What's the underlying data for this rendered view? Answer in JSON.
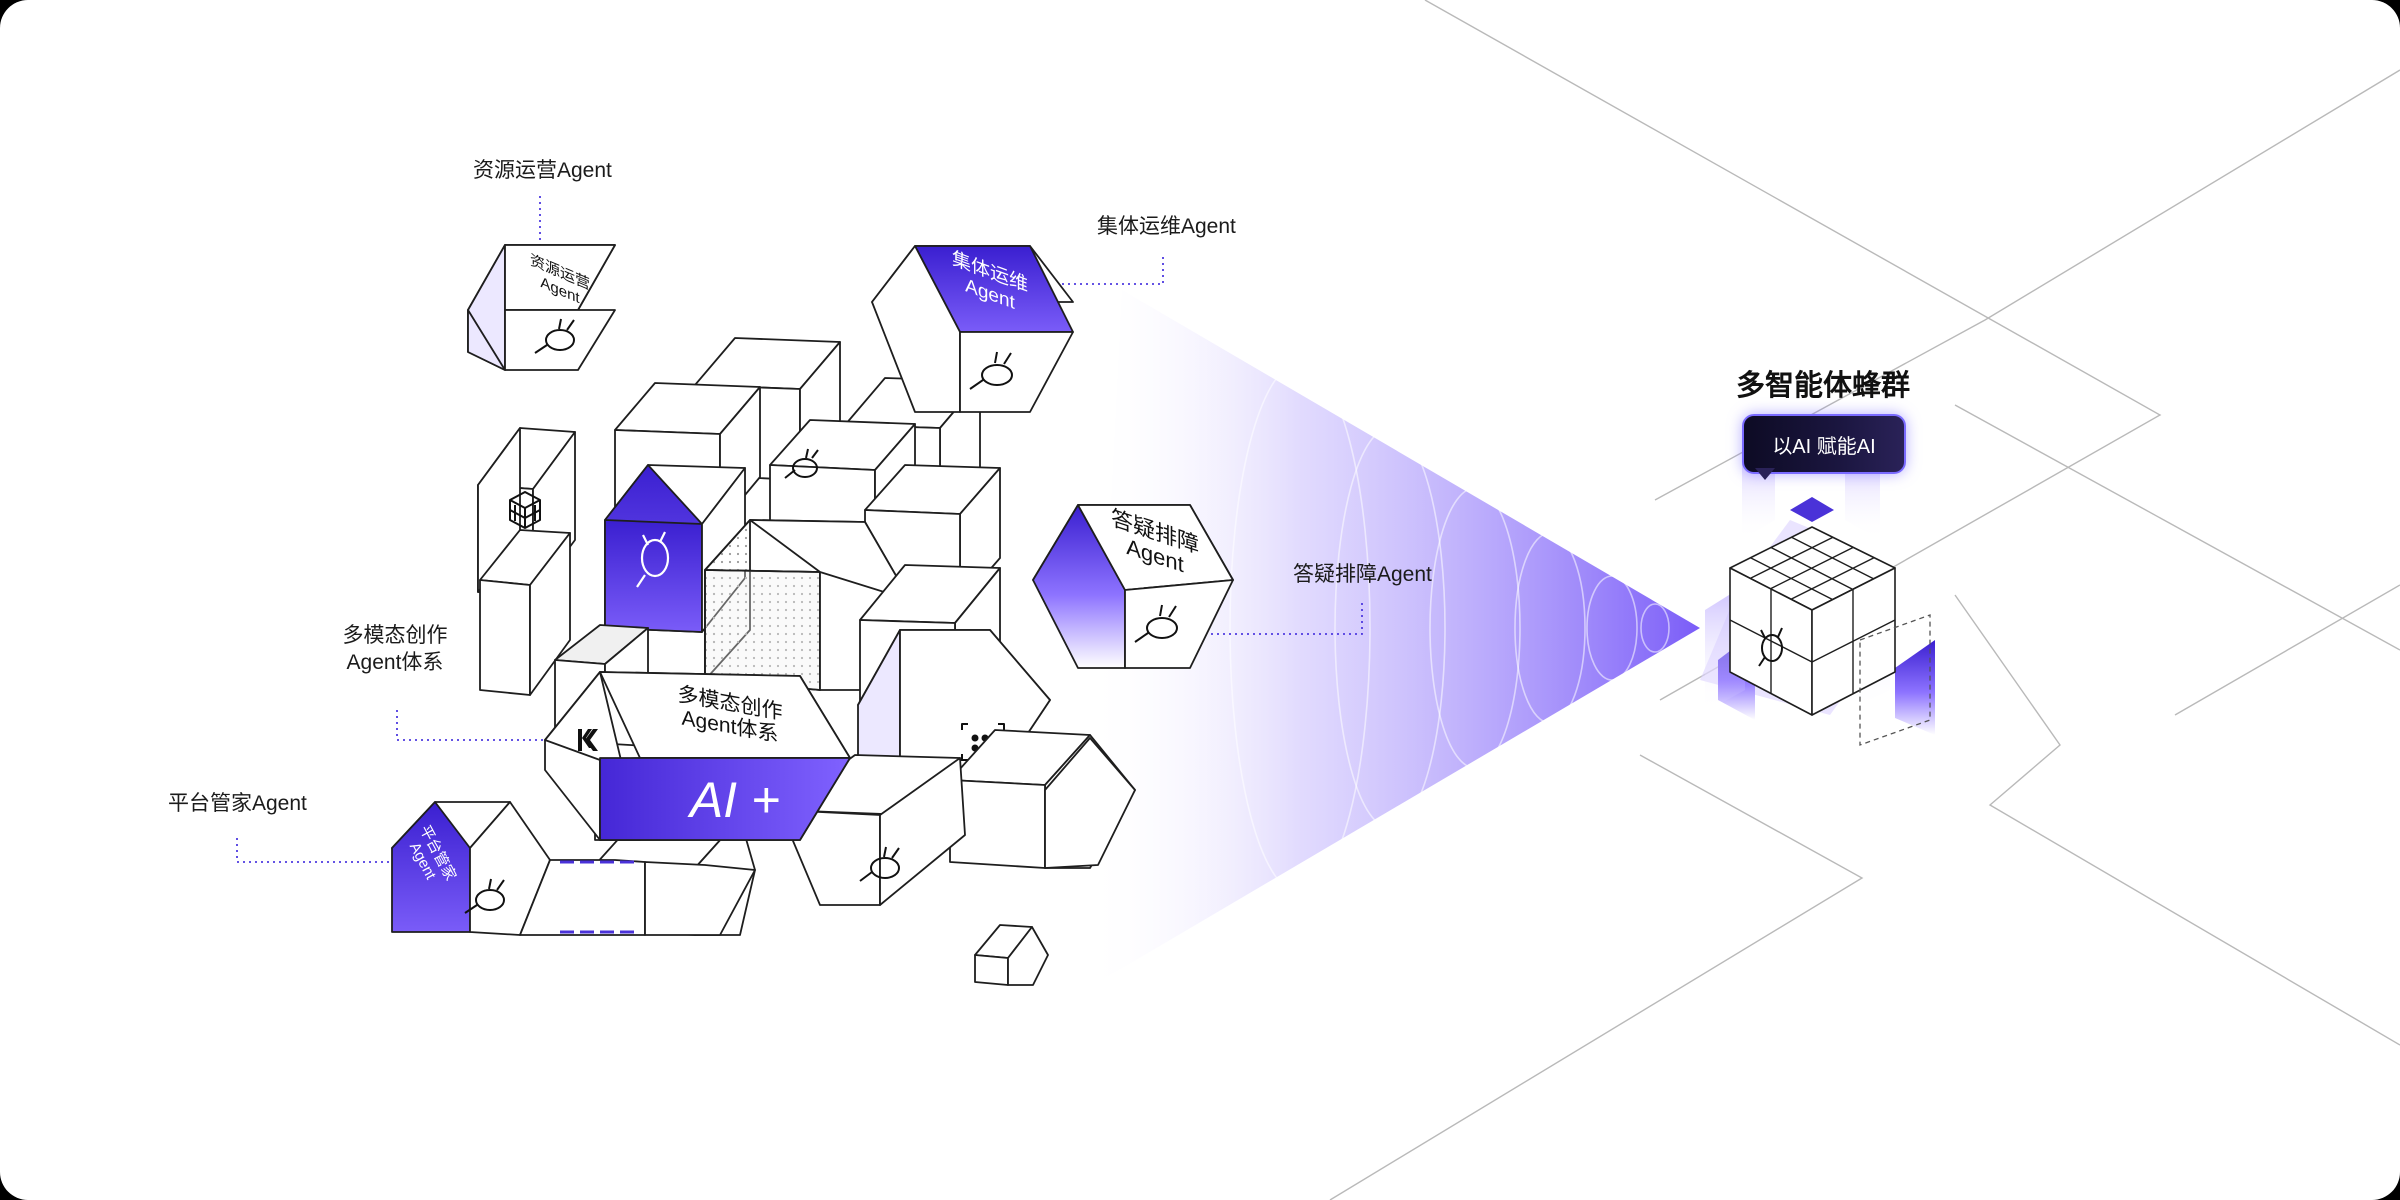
{
  "labels": {
    "resource_ops": "资源运营Agent",
    "collective_ops": "集体运维Agent",
    "qa_troubleshoot": "答疑排障Agent",
    "multimodal_line1": "多模态创作",
    "multimodal_line2": "Agent体系",
    "platform_steward": "平台管家Agent"
  },
  "cube_faces": {
    "resource_ops_l1": "资源运营",
    "resource_ops_l2": "Agent",
    "collective_ops_l1": "集体运维",
    "collective_ops_l2": "Agent",
    "qa_l1": "答疑排障",
    "qa_l2": "Agent",
    "multimodal_l1": "多模态创作",
    "multimodal_l2": "Agent体系",
    "ai_plus": "AI +",
    "platform_l1": "平台管家",
    "platform_l2": "Agent"
  },
  "swarm": {
    "title": "多智能体蜂群",
    "bubble": "以AI 赋能AI"
  },
  "colors": {
    "accent": "#5b3df5",
    "accent_deep": "#3a1fd0",
    "accent_light": "#ece8ff",
    "line": "#1e1e1e"
  },
  "icons": [
    "bee-icon",
    "grid-cube-icon",
    "focus-frame-icon",
    "brand-k-icon"
  ]
}
